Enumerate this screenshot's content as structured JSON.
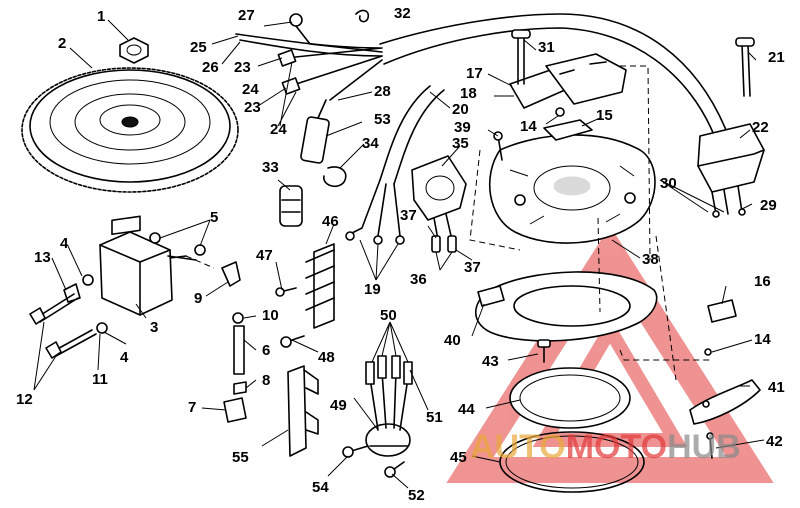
{
  "callouts": [
    "1",
    "2",
    "3",
    "4",
    "4",
    "5",
    "6",
    "7",
    "8",
    "9",
    "10",
    "11",
    "12",
    "13",
    "14",
    "14",
    "15",
    "16",
    "17",
    "18",
    "19",
    "20",
    "21",
    "22",
    "23",
    "23",
    "24",
    "24",
    "25",
    "26",
    "27",
    "28",
    "29",
    "30",
    "31",
    "32",
    "33",
    "34",
    "35",
    "36",
    "37",
    "37",
    "38",
    "39",
    "40",
    "41",
    "42",
    "43",
    "44",
    "45",
    "46",
    "47",
    "48",
    "49",
    "50",
    "51",
    "52",
    "53",
    "54",
    "55"
  ],
  "watermark": {
    "text_a": "AUTO",
    "text_b": "MOTO",
    "text_c": "HUB",
    "color_a": "#e8a83a",
    "color_b": "#e23a3a",
    "color_c": "#8a8a8a",
    "triangle_color": "#e23a3a"
  }
}
